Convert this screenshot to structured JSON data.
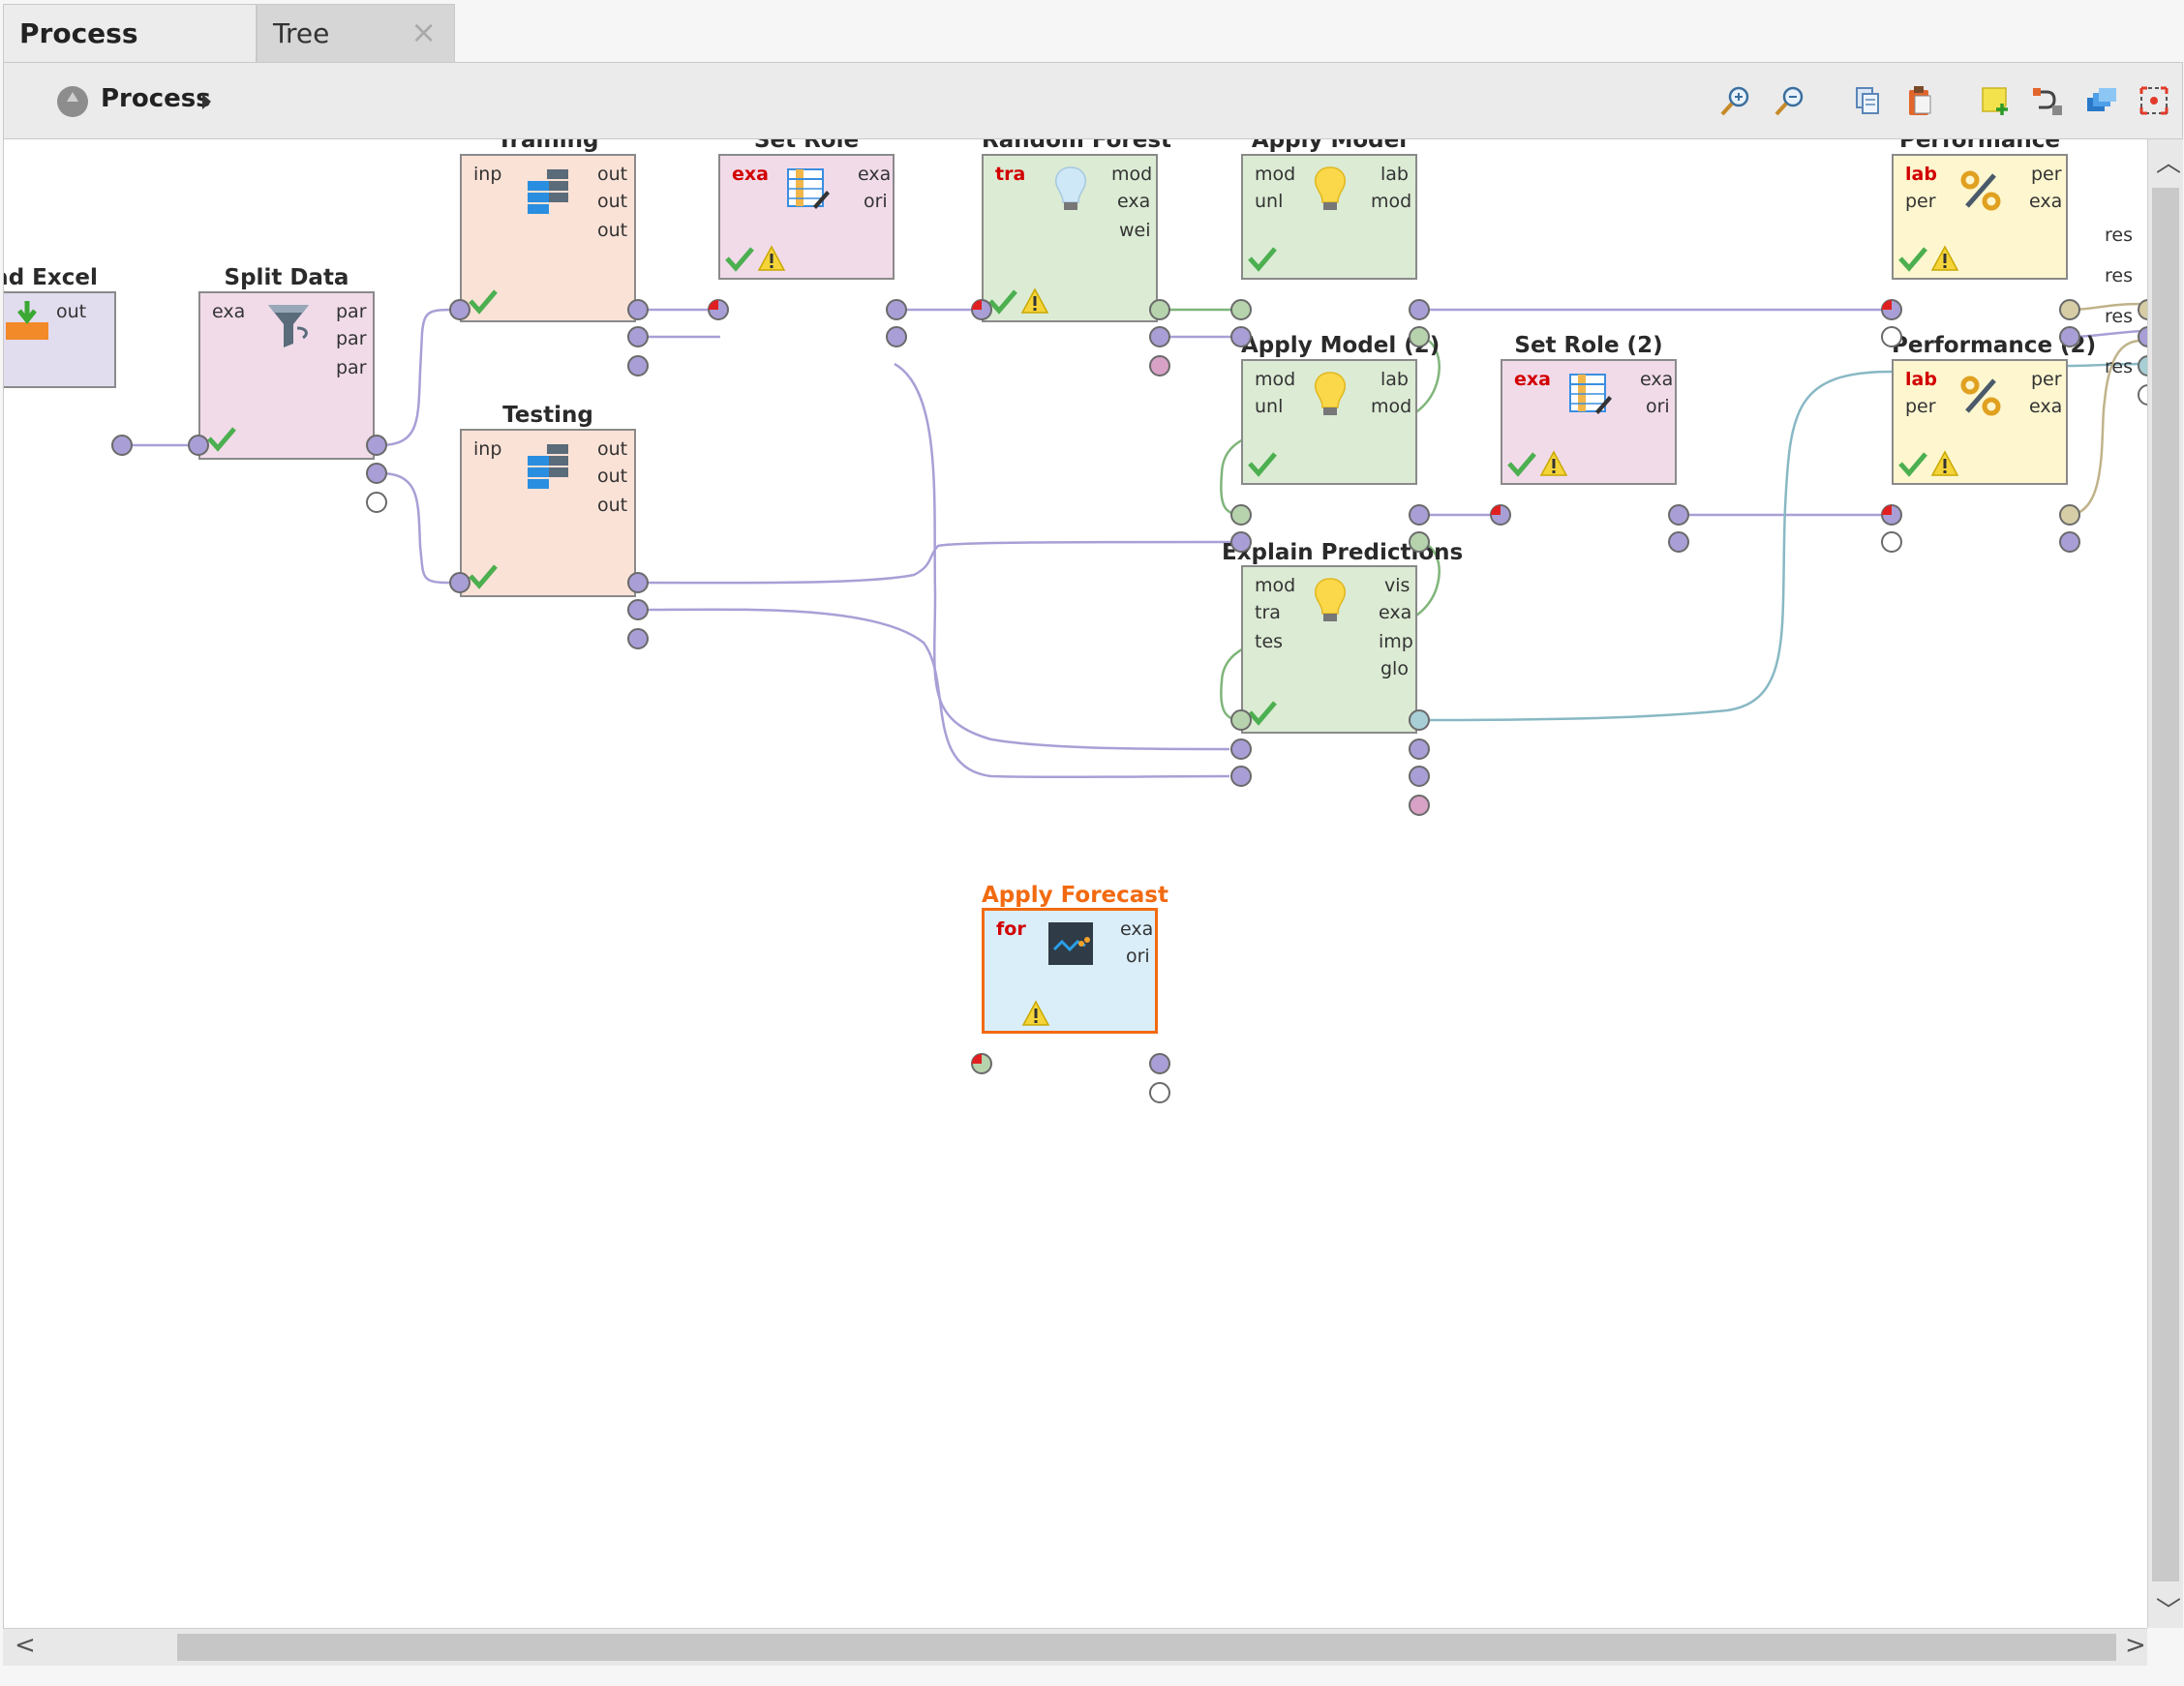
{
  "tabs": [
    {
      "label": "Process",
      "active": true
    },
    {
      "label": "Tree",
      "active": false,
      "close": "×"
    }
  ],
  "breadcrumb": {
    "label": "Process"
  },
  "toolbar_icons": [
    "zoom-in-icon",
    "zoom-out-icon",
    "copy-icon",
    "paste-icon",
    "add-note-icon",
    "auto-wire-icon",
    "layers-icon",
    "fit-view-icon"
  ],
  "colors": {
    "example_wire": "#a99fd6",
    "model_wire": "#7fb57a",
    "visual_wire": "#88b8c4",
    "perf_wire": "#c0b38a"
  },
  "operators": {
    "read_excel": {
      "title": "ad Excel",
      "ports_out": [
        "out"
      ]
    },
    "split_data": {
      "title": "Split Data",
      "ports_in": [
        "exa"
      ],
      "ports_out": [
        "par",
        "par",
        "par"
      ]
    },
    "training": {
      "title": "Training",
      "ports_in": [
        "inp"
      ],
      "ports_out": [
        "out",
        "out",
        "out"
      ]
    },
    "testing": {
      "title": "Testing",
      "ports_in": [
        "inp"
      ],
      "ports_out": [
        "out",
        "out",
        "out"
      ]
    },
    "set_role": {
      "title": "Set Role",
      "ports_in": [
        "exa"
      ],
      "ports_out": [
        "exa",
        "ori"
      ]
    },
    "random_forest": {
      "title": "Random Forest",
      "ports_in": [
        "tra"
      ],
      "ports_out": [
        "mod",
        "exa",
        "wei"
      ]
    },
    "apply_model": {
      "title": "Apply Model",
      "ports_in": [
        "mod",
        "unl"
      ],
      "ports_out": [
        "lab",
        "mod"
      ]
    },
    "performance": {
      "title": "Performance",
      "ports_in": [
        "lab",
        "per"
      ],
      "ports_out": [
        "per",
        "exa"
      ]
    },
    "apply_model_2": {
      "title": "Apply Model (2)",
      "ports_in": [
        "mod",
        "unl"
      ],
      "ports_out": [
        "lab",
        "mod"
      ]
    },
    "set_role_2": {
      "title": "Set Role (2)",
      "ports_in": [
        "exa"
      ],
      "ports_out": [
        "exa",
        "ori"
      ]
    },
    "performance_2": {
      "title": "Performance (2)",
      "ports_in": [
        "lab",
        "per"
      ],
      "ports_out": [
        "per",
        "exa"
      ]
    },
    "explain_predictions": {
      "title": "Explain Predictions",
      "ports_in": [
        "mod",
        "tra",
        "tes"
      ],
      "ports_out": [
        "vis",
        "exa",
        "imp",
        "glo"
      ]
    },
    "apply_forecast": {
      "title": "Apply Forecast",
      "ports_in": [
        "for"
      ],
      "ports_out": [
        "exa",
        "ori"
      ]
    }
  },
  "result_ports": [
    "res",
    "res",
    "res",
    "res"
  ]
}
